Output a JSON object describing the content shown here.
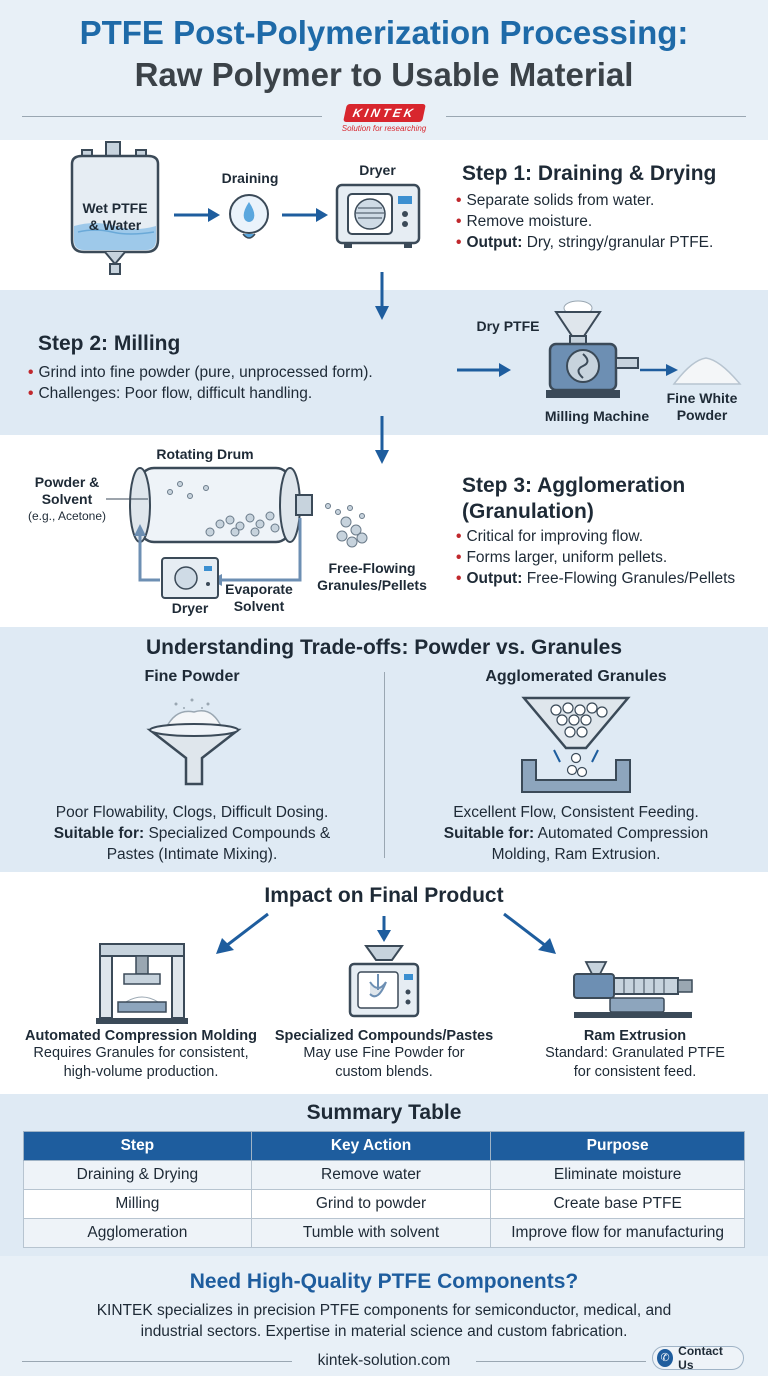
{
  "header": {
    "title_line1": "PTFE Post-Polymerization Processing:",
    "title_line2": "Raw Polymer to Usable Material",
    "logo": "KINTEK",
    "logo_tagline": "Solution for researching"
  },
  "step1": {
    "vessel_label": "Wet PTFE & Water",
    "draining_label": "Draining",
    "dryer_label": "Dryer",
    "title": "Step 1: Draining & Drying",
    "bullets": [
      {
        "prefix": "",
        "text": "Separate solids from water."
      },
      {
        "prefix": "",
        "text": "Remove moisture."
      },
      {
        "prefix": "Output:",
        "text": "Dry, stringy/granular PTFE."
      }
    ]
  },
  "step2": {
    "title": "Step 2: Milling",
    "bullets": [
      {
        "prefix": "",
        "text": "Grind into fine powder (pure, unprocessed form)."
      },
      {
        "prefix": "",
        "text": "Challenges: Poor flow, difficult handling."
      }
    ],
    "dry_ptfe_label": "Dry PTFE",
    "machine_label": "Milling Machine",
    "powder_label": "Fine White Powder"
  },
  "step3": {
    "drum_label": "Rotating Drum",
    "input_label": "Powder & Solvent",
    "input_example": "(e.g., Acetone)",
    "dryer_label": "Dryer",
    "evaporate_label": "Evaporate Solvent",
    "output_label": "Free-Flowing Granules/Pellets",
    "title_line1": "Step 3: Agglomeration",
    "title_line2": "(Granulation)",
    "bullets": [
      {
        "prefix": "",
        "text": "Critical for improving flow."
      },
      {
        "prefix": "",
        "text": "Forms larger, uniform pellets."
      },
      {
        "prefix": "Output:",
        "text": "Free-Flowing Granules/Pellets"
      }
    ]
  },
  "tradeoffs": {
    "title": "Understanding Trade-offs: Powder vs. Granules",
    "left": {
      "title": "Fine Powder",
      "line1": "Poor Flowability, Clogs, Difficult Dosing.",
      "suitable_label": "Suitable for:",
      "suitable_text": "Specialized Compounds &",
      "line3": "Pastes (Intimate Mixing)."
    },
    "right": {
      "title": "Agglomerated Granules",
      "line1": "Excellent Flow, Consistent Feeding.",
      "suitable_label": "Suitable for:",
      "suitable_text": "Automated Compression",
      "line3": "Molding, Ram Extrusion."
    }
  },
  "impact": {
    "title": "Impact on Final Product",
    "products": [
      {
        "name": "Automated Compression Molding",
        "line1": "Requires Granules for consistent,",
        "line2": "high-volume production."
      },
      {
        "name": "Specialized Compounds/Pastes",
        "line1": "May use Fine Powder for",
        "line2": "custom blends."
      },
      {
        "name": "Ram Extrusion",
        "line1": "Standard: Granulated PTFE",
        "line2": "for consistent feed."
      }
    ]
  },
  "summary": {
    "title": "Summary Table",
    "headers": [
      "Step",
      "Key Action",
      "Purpose"
    ],
    "rows": [
      [
        "Draining & Drying",
        "Remove water",
        "Eliminate moisture"
      ],
      [
        "Milling",
        "Grind to powder",
        "Create base PTFE"
      ],
      [
        "Agglomeration",
        "Tumble with solvent",
        "Improve flow for manufacturing"
      ]
    ]
  },
  "cta": {
    "title": "Need High-Quality PTFE Components?",
    "line1": "KINTEK specializes in precision PTFE components for semiconductor, medical, and",
    "line2": "industrial sectors. Expertise in material science and custom fabrication.",
    "url": "kintek-solution.com",
    "contact_label": "Contact Us"
  },
  "colors": {
    "primary_blue": "#1e6aa8",
    "table_header": "#1e5d9e",
    "bullet_red": "#c0282d",
    "logo_red": "#d8262e"
  }
}
